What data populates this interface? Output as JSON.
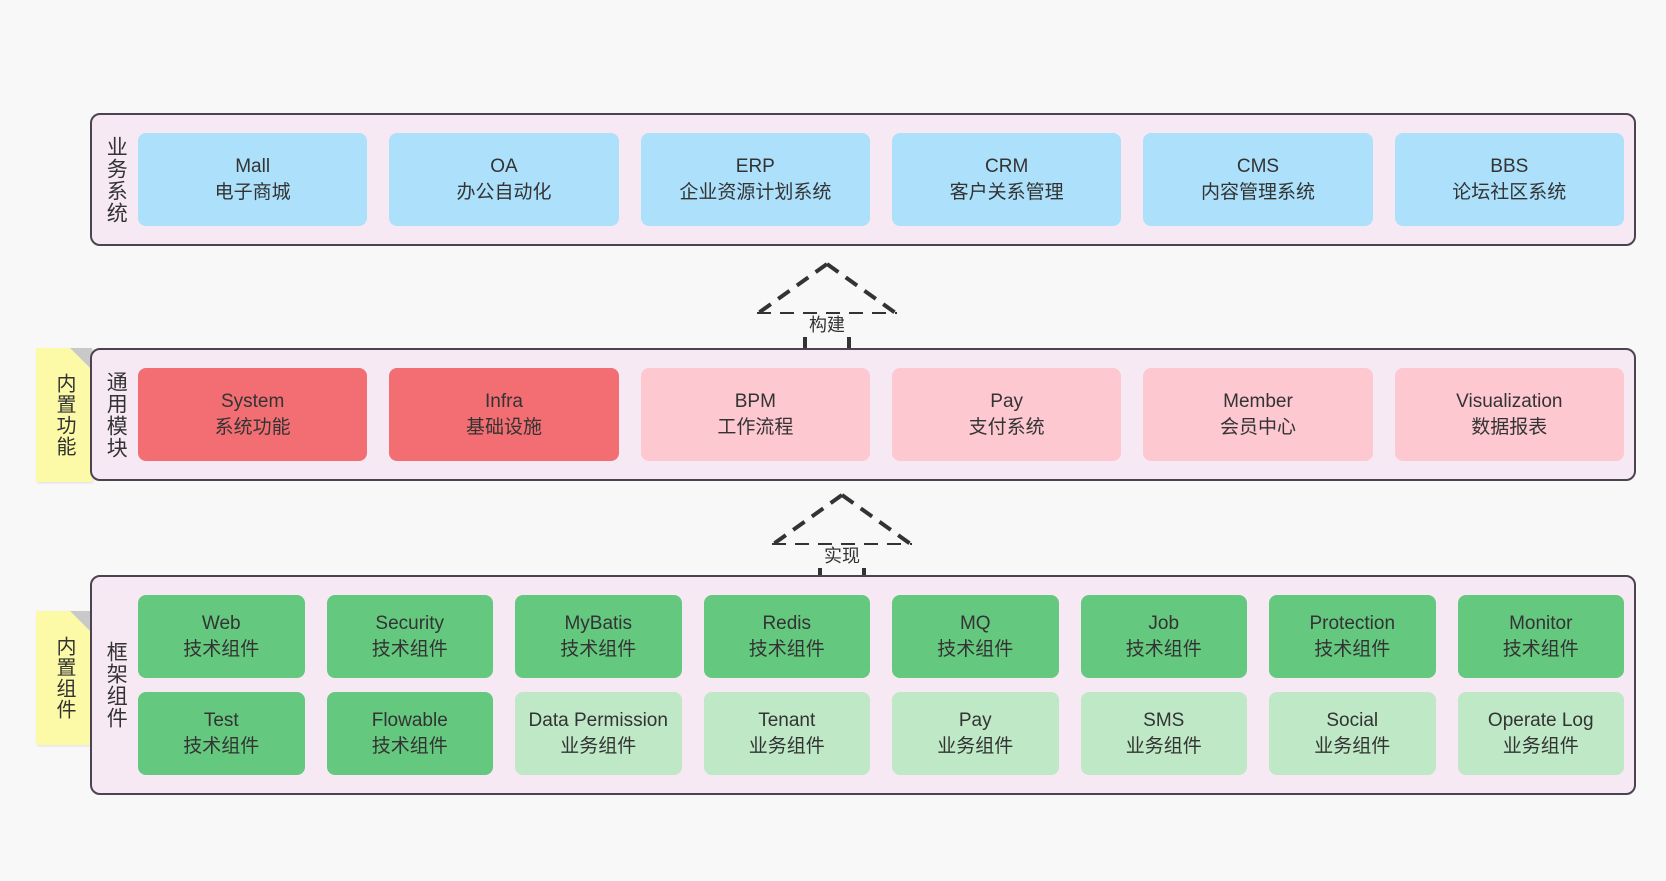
{
  "diagram": {
    "background": "#f8f8f8",
    "layer_bg": "#f7e9f4",
    "layer_border": "#4a4450",
    "sticky_bg": "#fdfaa7",
    "colors": {
      "business": "#ace0fb",
      "module_core": "#f26e73",
      "module_optional": "#fdc8d0",
      "framework_tech": "#65c87f",
      "framework_business": "#bee8c6"
    }
  },
  "layers": [
    {
      "id": "business",
      "title": "业务系统",
      "rows": [
        {
          "cells": [
            {
              "name": "Mall",
              "sub": "电子商城",
              "color": "blue"
            },
            {
              "name": "OA",
              "sub": "办公自动化",
              "color": "blue"
            },
            {
              "name": "ERP",
              "sub": "企业资源计划系统",
              "color": "blue"
            },
            {
              "name": "CRM",
              "sub": "客户关系管理",
              "color": "blue"
            },
            {
              "name": "CMS",
              "sub": "内容管理系统",
              "color": "blue"
            },
            {
              "name": "BBS",
              "sub": "论坛社区系统",
              "color": "blue"
            }
          ]
        }
      ]
    },
    {
      "id": "modules",
      "title": "通用模块",
      "sticky": "内置功能",
      "rows": [
        {
          "cells": [
            {
              "name": "System",
              "sub": "系统功能",
              "color": "red"
            },
            {
              "name": "Infra",
              "sub": "基础设施",
              "color": "red"
            },
            {
              "name": "BPM",
              "sub": "工作流程",
              "color": "pink"
            },
            {
              "name": "Pay",
              "sub": "支付系统",
              "color": "pink"
            },
            {
              "name": "Member",
              "sub": "会员中心",
              "color": "pink"
            },
            {
              "name": "Visualization",
              "sub": "数据报表",
              "color": "pink"
            }
          ]
        }
      ]
    },
    {
      "id": "framework",
      "title": "框架组件",
      "sticky": "内置组件",
      "rows": [
        {
          "cells": [
            {
              "name": "Web",
              "sub": "技术组件",
              "color": "green"
            },
            {
              "name": "Security",
              "sub": "技术组件",
              "color": "green"
            },
            {
              "name": "MyBatis",
              "sub": "技术组件",
              "color": "green"
            },
            {
              "name": "Redis",
              "sub": "技术组件",
              "color": "green"
            },
            {
              "name": "MQ",
              "sub": "技术组件",
              "color": "green"
            },
            {
              "name": "Job",
              "sub": "技术组件",
              "color": "green"
            },
            {
              "name": "Protection",
              "sub": "技术组件",
              "color": "green"
            },
            {
              "name": "Monitor",
              "sub": "技术组件",
              "color": "green"
            }
          ]
        },
        {
          "cells": [
            {
              "name": "Test",
              "sub": "技术组件",
              "color": "green"
            },
            {
              "name": "Flowable",
              "sub": "技术组件",
              "color": "green"
            },
            {
              "name": "Data Permission",
              "sub": "业务组件",
              "color": "lightgreen"
            },
            {
              "name": "Tenant",
              "sub": "业务组件",
              "color": "lightgreen"
            },
            {
              "name": "Pay",
              "sub": "业务组件",
              "color": "lightgreen"
            },
            {
              "name": "SMS",
              "sub": "业务组件",
              "color": "lightgreen"
            },
            {
              "name": "Social",
              "sub": "业务组件",
              "color": "lightgreen"
            },
            {
              "name": "Operate Log",
              "sub": "业务组件",
              "color": "lightgreen"
            }
          ]
        }
      ]
    }
  ],
  "connectors": [
    {
      "id": "build",
      "label": "构建"
    },
    {
      "id": "implement",
      "label": "实现"
    }
  ]
}
